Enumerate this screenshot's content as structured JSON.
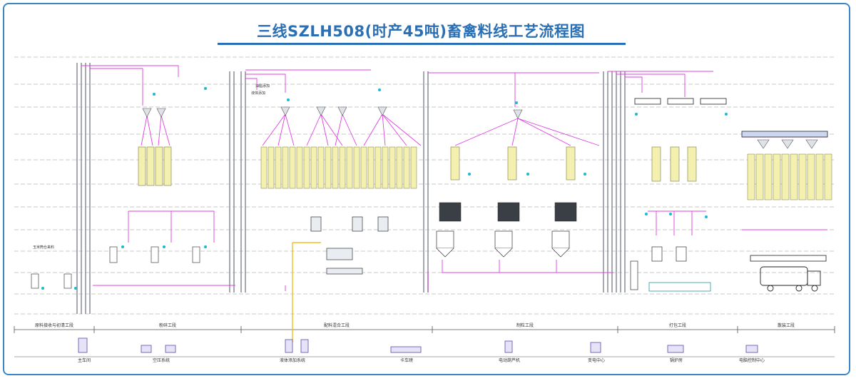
{
  "title": "三线SZLH508(时产45吨)畜禽料线工艺流程图",
  "stage_labels": {
    "intake": "原料接收与初清工段",
    "grinding": "粉碎工段",
    "batching": "配料混合工段",
    "pelleting": "制粒工段",
    "packing": "打包工段",
    "bulk": "散装工段"
  },
  "facilities": {
    "main_building": "主车间",
    "air_compressor": "空压系统",
    "liquid_adding": "液体添加系统",
    "truck_scale": "卡车磅",
    "power_room": "电动葫芦机",
    "substation": "变电中心",
    "boiler": "锅炉房",
    "control_center": "电脑控制中心"
  },
  "annotations": {
    "corn_bin": "玉米筒仓来料",
    "oil_label_a": "油脂添加",
    "oil_label_b": "液体添加"
  },
  "colors": {
    "frame": "#3d86c6",
    "title": "#2a6fb3",
    "conveyor_line": "#e040e0",
    "bin_fill": "#f3f0b0",
    "structure": "#9aa0a8",
    "cyan_dot": "#1ab8d6",
    "liquid_line": "#f0c020"
  }
}
